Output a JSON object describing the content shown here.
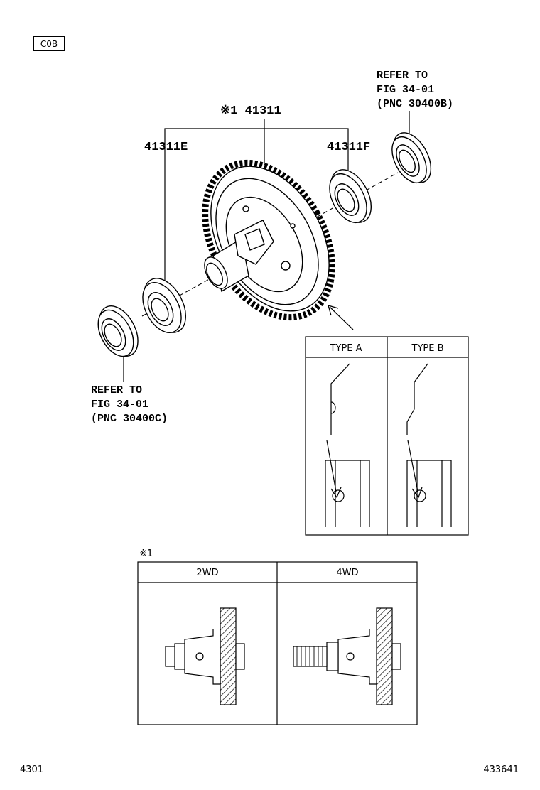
{
  "header": {
    "code": "C0B"
  },
  "callouts": {
    "main_part": "※1 41311",
    "part_left": "41311E",
    "part_right": "41311F",
    "refer_top": [
      "REFER TO",
      "FIG 34-01",
      "(PNC 30400B)"
    ],
    "refer_bottom": [
      "REFER TO",
      "FIG 34-01",
      "(PNC 30400C)"
    ]
  },
  "type_table": {
    "headers": [
      "TYPE A",
      "TYPE B"
    ]
  },
  "variant_table": {
    "marker": "※1",
    "headers": [
      "2WD",
      "4WD"
    ]
  },
  "footer": {
    "left": "4301",
    "right": "433641"
  }
}
